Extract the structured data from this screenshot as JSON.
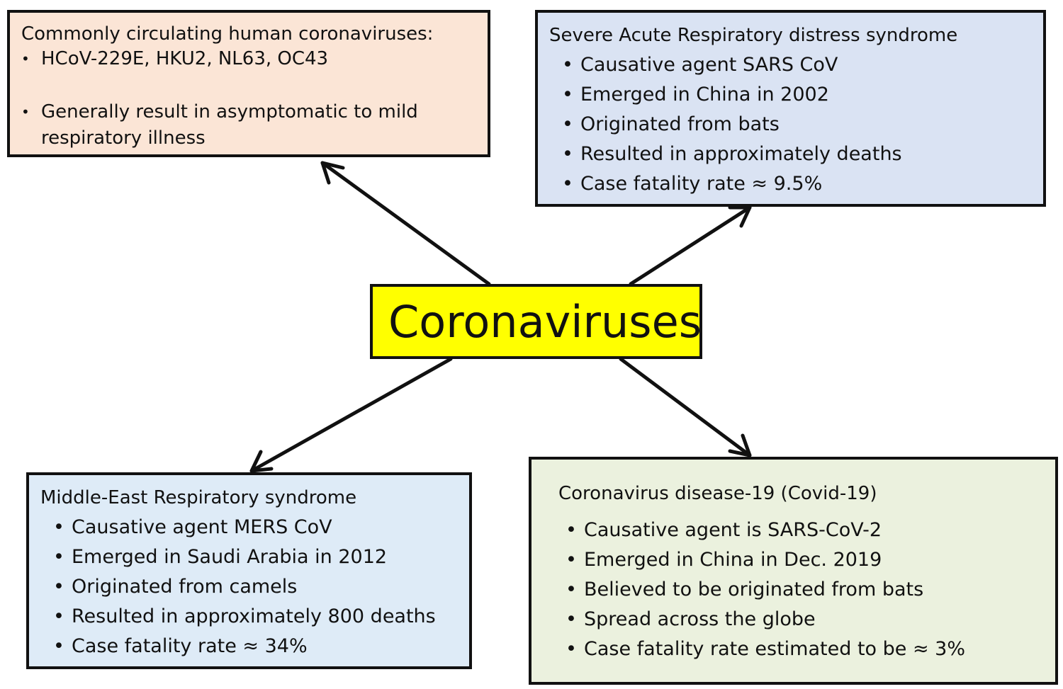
{
  "center": {
    "label": "Coronaviruses"
  },
  "common": {
    "title": "Commonly circulating human coronaviruses:",
    "items": [
      "HCoV-229E,  HKU2, NL63, OC43",
      "Generally result in asymptomatic to mild respiratory illness"
    ]
  },
  "sars": {
    "title": "Severe Acute Respiratory distress syndrome",
    "items": [
      "Causative agent SARS CoV",
      "Emerged in China in 2002",
      "Originated from bats",
      "Resulted in approximately deaths",
      "Case fatality rate ≈ 9.5%"
    ]
  },
  "mers": {
    "title": "Middle-East Respiratory syndrome",
    "items": [
      "Causative agent MERS CoV",
      "Emerged in Saudi Arabia in 2012",
      "Originated from camels",
      "Resulted in approximately 800 deaths",
      "Case fatality rate ≈ 34%"
    ]
  },
  "covid": {
    "title": "Coronavirus disease-19 (Covid-19)",
    "items": [
      "Causative agent is SARS-CoV-2",
      "Emerged in China in Dec. 2019",
      "Believed to be originated from bats",
      "Spread across the globe",
      "Case fatality rate estimated to  be ≈ 3%"
    ]
  },
  "colors": {
    "center": "#ffff00",
    "common": "#fbe5d6",
    "sars": "#dae3f3",
    "mers": "#deebf7",
    "covid": "#ebf1de",
    "stroke": "#111111"
  }
}
